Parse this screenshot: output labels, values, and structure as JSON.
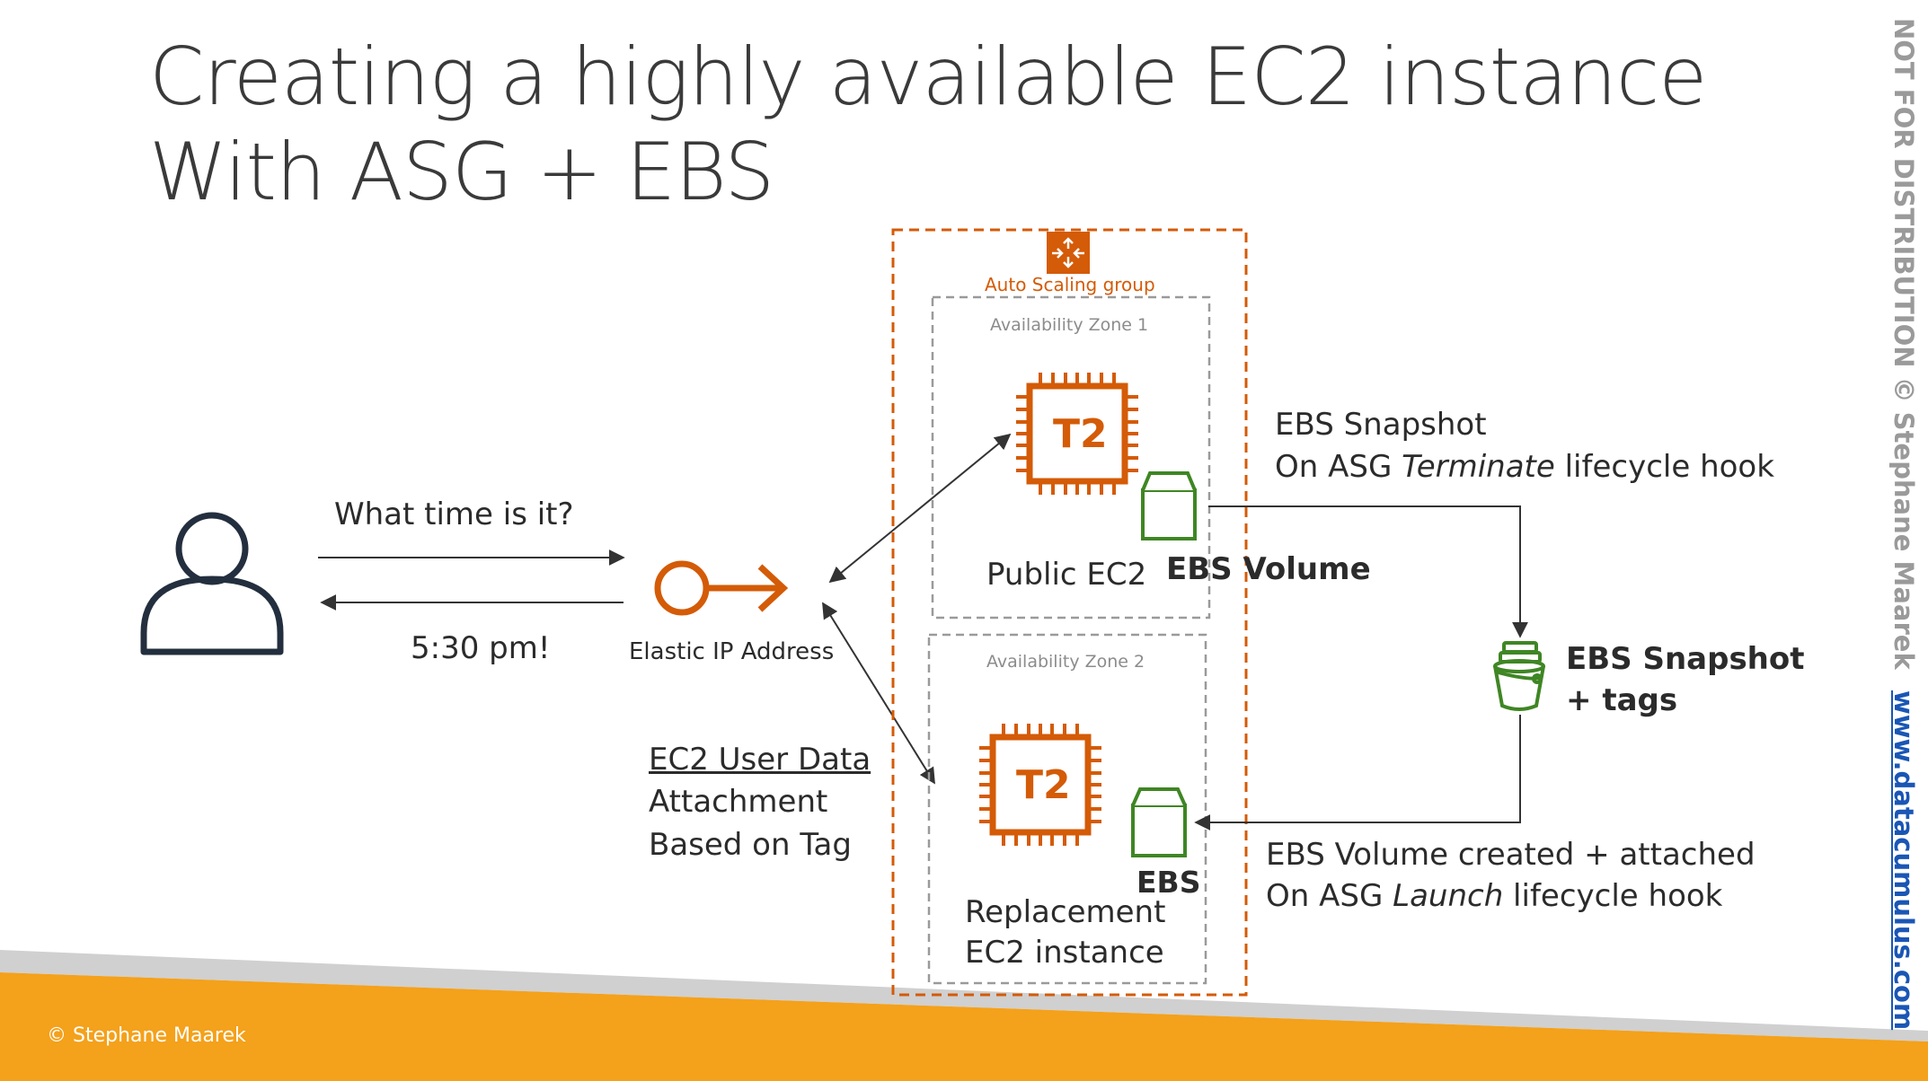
{
  "title": {
    "line1": "Creating a highly available EC2 instance",
    "line2": "With ASG + EBS"
  },
  "user_dialog": {
    "question": "What time is it?",
    "answer": "5:30 pm!"
  },
  "elastic_ip": {
    "label": "Elastic IP Address"
  },
  "auto_scaling_group": {
    "label": "Auto Scaling group",
    "zones": [
      {
        "label": "Availability Zone 1",
        "instance_chip": "T2",
        "instance_label": "Public EC2",
        "volume_label": "EBS Volume"
      },
      {
        "label": "Availability Zone 2",
        "instance_chip": "T2",
        "instance_label_line1": "Replacement",
        "instance_label_line2": "EC2 instance",
        "volume_label": "EBS"
      }
    ]
  },
  "user_data_note": {
    "line1": "EC2 User Data",
    "line2": "Attachment",
    "line3": "Based on Tag"
  },
  "snapshot_step": {
    "line1": "EBS Snapshot",
    "line2_prefix": "On ASG ",
    "line2_emphasis": "Terminate",
    "line2_suffix": " lifecycle hook"
  },
  "snapshot": {
    "line1": "EBS Snapshot",
    "line2": "+ tags"
  },
  "attach_step": {
    "line1": "EBS Volume created + attached",
    "line2_prefix": "On ASG ",
    "line2_emphasis": "Launch",
    "line2_suffix": " lifecycle hook"
  },
  "copyright": "© Stephane Maarek",
  "watermark": {
    "notice": "NOT FOR DISTRIBUTION © Stephane Maarek",
    "url": "www.datacumulus.com"
  },
  "colors": {
    "aws_orange": "#d45b07",
    "ebs_green": "#3f8624",
    "footer_orange": "#f4a11b",
    "link_blue": "#1a56b5",
    "watermark_gray": "#9a9a9a"
  }
}
